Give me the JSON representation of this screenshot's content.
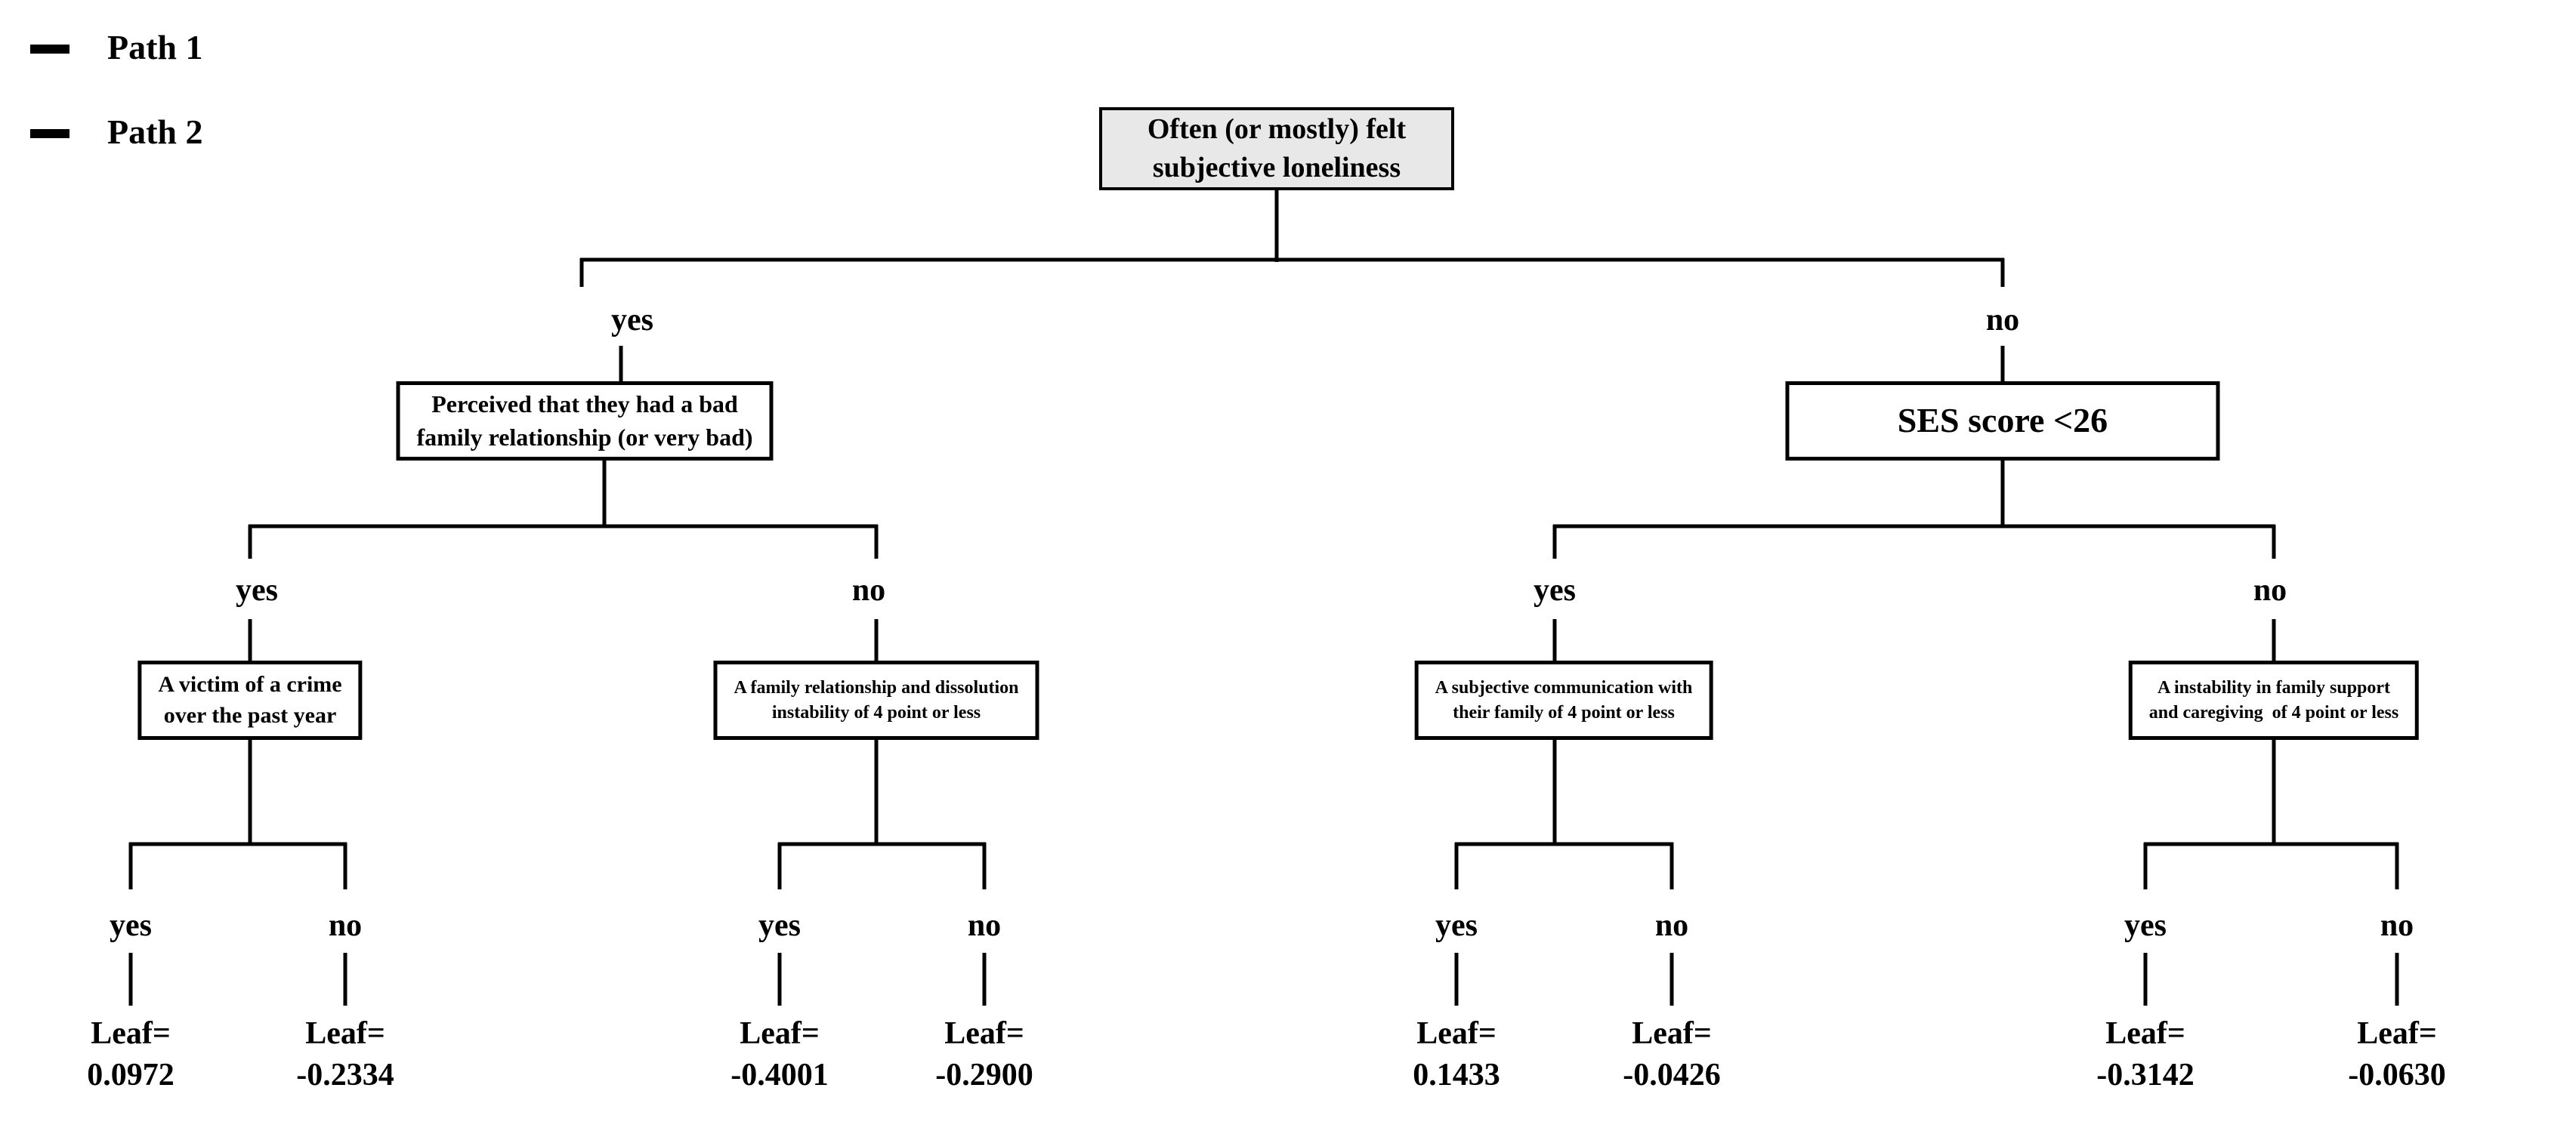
{
  "legend": {
    "items": [
      {
        "label": "Path 1",
        "color": "#FF0000"
      },
      {
        "label": "Path 2",
        "color": "#0C72C4"
      }
    ]
  },
  "colors": {
    "path1_line": "#F8821E",
    "path2_line": "#1976C8",
    "edge_line": "#000000",
    "root_fill": "#E8E8E8",
    "box_border": "#000000"
  },
  "branch_labels": {
    "yes": "yes",
    "no": "no"
  },
  "nodes": {
    "root": {
      "lines": [
        "Often (or mostly) felt",
        "subjective loneliness"
      ]
    },
    "perceived": {
      "lines": [
        "Perceived that they had a bad",
        "family relationship (or very bad)"
      ]
    },
    "ses": {
      "lines": [
        "SES score <26"
      ]
    },
    "victim": {
      "lines": [
        "A victim of a crime",
        "over the past year"
      ]
    },
    "family_dissolution": {
      "lines": [
        "A family relationship and dissolution",
        "instability of 4 point or less"
      ]
    },
    "subjective_comm": {
      "lines": [
        "A subjective communication with",
        "their family of 4 point or less"
      ]
    },
    "family_support": {
      "lines": [
        "A instability in family support",
        "and caregiving  of 4 point or less"
      ]
    }
  },
  "leaves": [
    {
      "prefix": "Leaf=",
      "value": "0.0972"
    },
    {
      "prefix": "Leaf=",
      "value": "-0.2334"
    },
    {
      "prefix": "Leaf=",
      "value": "-0.4001"
    },
    {
      "prefix": "Leaf=",
      "value": "-0.2900"
    },
    {
      "prefix": "Leaf=",
      "value": "0.1433"
    },
    {
      "prefix": "Leaf=",
      "value": "-0.0426"
    },
    {
      "prefix": "Leaf=",
      "value": "-0.3142"
    },
    {
      "prefix": "Leaf=",
      "value": "-0.0630"
    }
  ]
}
